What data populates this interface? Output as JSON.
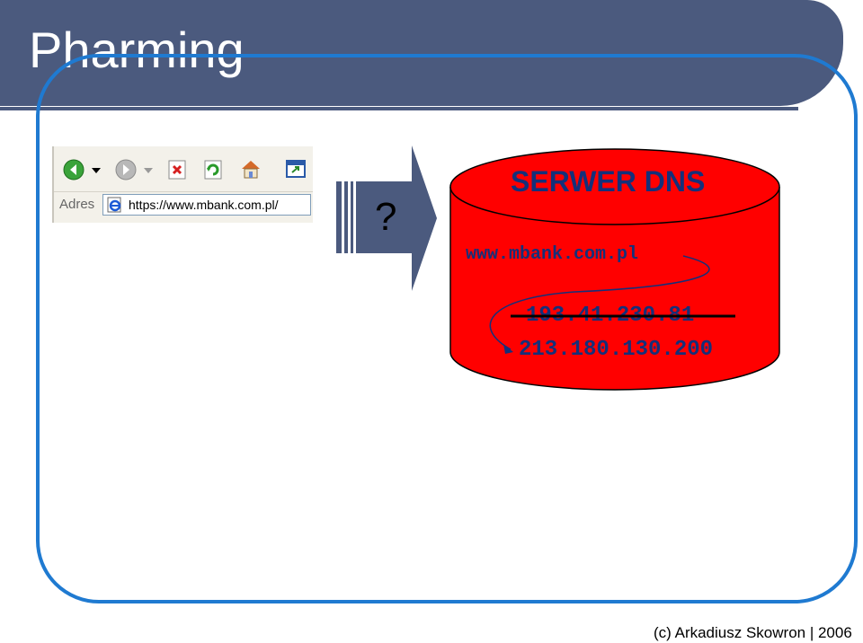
{
  "slide": {
    "title": "Pharming",
    "footer": "(c) Arkadiusz Skowron | 2006"
  },
  "browser": {
    "address_label": "Adres",
    "address_url": "https://www.mbank.com.pl/",
    "icons": [
      "back-icon",
      "dropdown-icon",
      "forward-icon",
      "dropdown-icon",
      "stop-icon",
      "refresh-icon",
      "home-icon",
      "window-icon",
      "ie-page-icon"
    ]
  },
  "diagram": {
    "question": "?",
    "dns_title": "SERWER DNS",
    "domain": "www.mbank.com.pl",
    "original_ip": "193.41.230.81",
    "forged_ip": "213.180.130.200"
  },
  "colors": {
    "header": "#4b5a7e",
    "frame": "#1f7ad1",
    "dns_cylinder": "#ff0000",
    "dns_text": "#14307a",
    "arrow": "#4b5a7e"
  }
}
